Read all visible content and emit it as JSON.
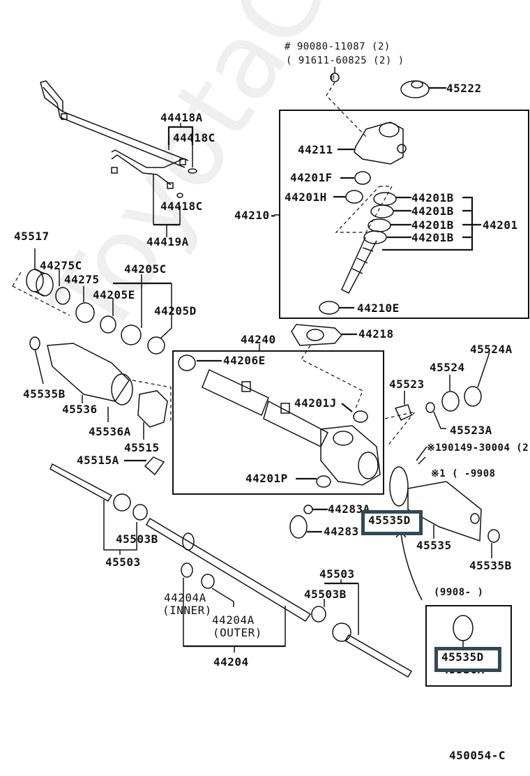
{
  "diagram": {
    "figure_id": "450054-C",
    "watermark": "ToyotaCarMine.ru",
    "header_note": {
      "line1": "# 90080-11087 (2)",
      "line2": "( 91611-60825 (2) )",
      "bolt_symbol": "B"
    },
    "labels": {
      "p45222": "45222",
      "p44211": "44211",
      "p44201F": "44201F",
      "p44201H": "44201H",
      "p44201B_1": "44201B",
      "p44201B_2": "44201B",
      "p44201B_3": "44201B",
      "p44201B_4": "44201B",
      "p44201": "44201",
      "p44210": "44210-",
      "p44210E": "44210E",
      "p44418A": "44418A",
      "p44418C_1": "44418C",
      "p44418C_2": "44418C",
      "p44419A": "44419A",
      "p45517": "45517",
      "p44275C": "44275C",
      "p44275": "44275",
      "p44205C": "44205C",
      "p44205E": "44205E",
      "p44205D": "44205D",
      "p44218": "44218",
      "p44240": "44240",
      "p44206E": "44206E",
      "p44201J": "44201J",
      "p44201P": "44201P",
      "p45535B_left": "45535B",
      "p45536": "45536",
      "p45536A": "45536A",
      "p45515": "45515",
      "p45515A": "45515A",
      "p45524A": "45524A",
      "p45524": "45524",
      "p45523": "45523",
      "p45523A": "45523A",
      "p190149": "※190149-30004 (2",
      "p_note1": "※1 (       -9908",
      "p44283A": "44283A",
      "p44283": "44283",
      "p45535D_main": "45535D",
      "p45535": "45535",
      "p45535B_right": "45535B",
      "p45503B_left": "45503B",
      "p45503_left": "45503",
      "p45503_right": "45503",
      "p45503B_right": "45503B",
      "p44204A_inner": "44204A",
      "p44204A_inner_note": "(INNER)",
      "p44204A_outer": "44204A",
      "p44204A_outer_note": "(OUTER)",
      "p44204": "44204",
      "p_note_9908": "(9908-        )",
      "p45535D_inset": "45535D",
      "p45536A_inset": "45536A"
    },
    "highlight_color": "#2f4a55"
  }
}
